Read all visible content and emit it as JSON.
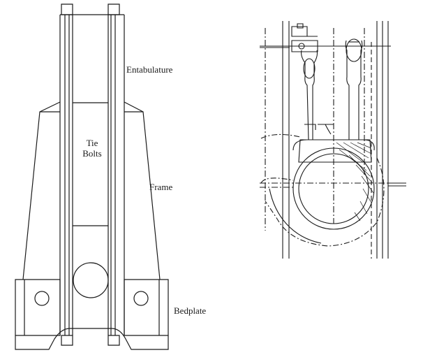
{
  "labels": {
    "entablature": "Entabulature",
    "tie_bolts_line1": "Tie",
    "tie_bolts_line2": "Bolts",
    "frame": "Frame",
    "bedplate": "Bedplate"
  },
  "colors": {
    "stroke": "#1a1a1a",
    "background": "#ffffff"
  }
}
